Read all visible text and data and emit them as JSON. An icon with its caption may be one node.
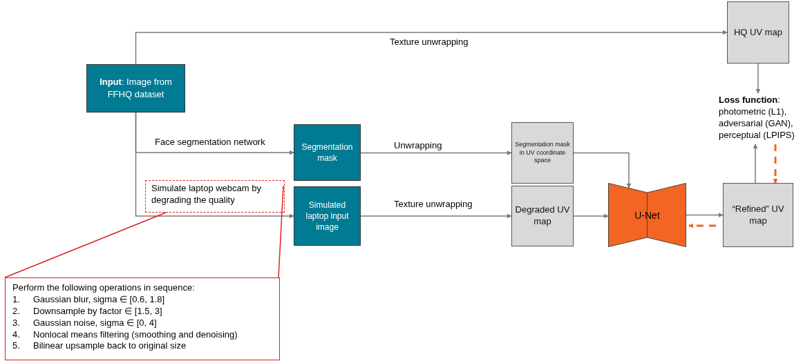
{
  "diagram": {
    "nodes": [
      {
        "text": [
          "**Input**: Image from FFHQ dataset"
        ]
      },
      {
        "text": [
          "HQ UV map"
        ]
      },
      {
        "text": [
          "Segmentation mask"
        ]
      },
      {
        "text": [
          "Segmentation mask in UV coordinate space"
        ]
      },
      {
        "text": [
          "**Loss function**:",
          "photometric (L1), adversarial (GAN), perceptual (LPIPS)"
        ]
      },
      {
        "text": [
          "Simulated laptop input image"
        ]
      },
      {
        "text": [
          "Degraded UV map"
        ]
      },
      {
        "text": [
          "U-Net"
        ]
      },
      {
        "text": [
          "“Refined” UV map"
        ]
      },
      {
        "text": [
          "Simulate laptop webcam by degrading the quality"
        ]
      },
      {
        "text": [
          "Perform the following operations in sequence:",
          "1.\tGaussian blur, sigma ∈ [0.6, 1.8]",
          "2.\tDownsample by factor ∈ [1.5, 3]",
          "3.\tGaussian noise, sigma ∈ [0, 4]",
          "4.\tNonlocal means filtering (smoothing and denoising)",
          "5.\tBilinear upsample back to original size"
        ]
      }
    ],
    "edges": [
      {
        "from": 0,
        "to": 1,
        "arrow": "to",
        "label": "Texture unwrapping"
      },
      {
        "from": 0,
        "to": 2,
        "arrow": "to",
        "label": "Face segmentation network"
      },
      {
        "from": 0,
        "to": 5,
        "arrow": "to"
      },
      {
        "from": 2,
        "to": 3,
        "arrow": "to",
        "label": "Unwrapping"
      },
      {
        "from": 5,
        "to": 6,
        "arrow": "to",
        "label": "Texture unwrapping"
      },
      {
        "from": 3,
        "to": 7,
        "arrow": "to"
      },
      {
        "from": 6,
        "to": 7,
        "arrow": "to"
      },
      {
        "from": 7,
        "to": 8,
        "arrow": "to"
      },
      {
        "from": 1,
        "to": 4,
        "arrow": "to"
      },
      {
        "from": 8,
        "to": 4,
        "arrow": "to"
      },
      {
        "from": 4,
        "to": 8,
        "arrow": "to",
        "style": "dashed",
        "color": "#f26522"
      },
      {
        "from": 8,
        "to": 7,
        "arrow": "to",
        "style": "dashed",
        "color": "#f26522"
      },
      {
        "from": 9,
        "to": 10,
        "arrow": "none",
        "color": "#e02020"
      },
      {
        "from": 9,
        "to": 10,
        "arrow": "none",
        "color": "#e02020"
      }
    ]
  }
}
